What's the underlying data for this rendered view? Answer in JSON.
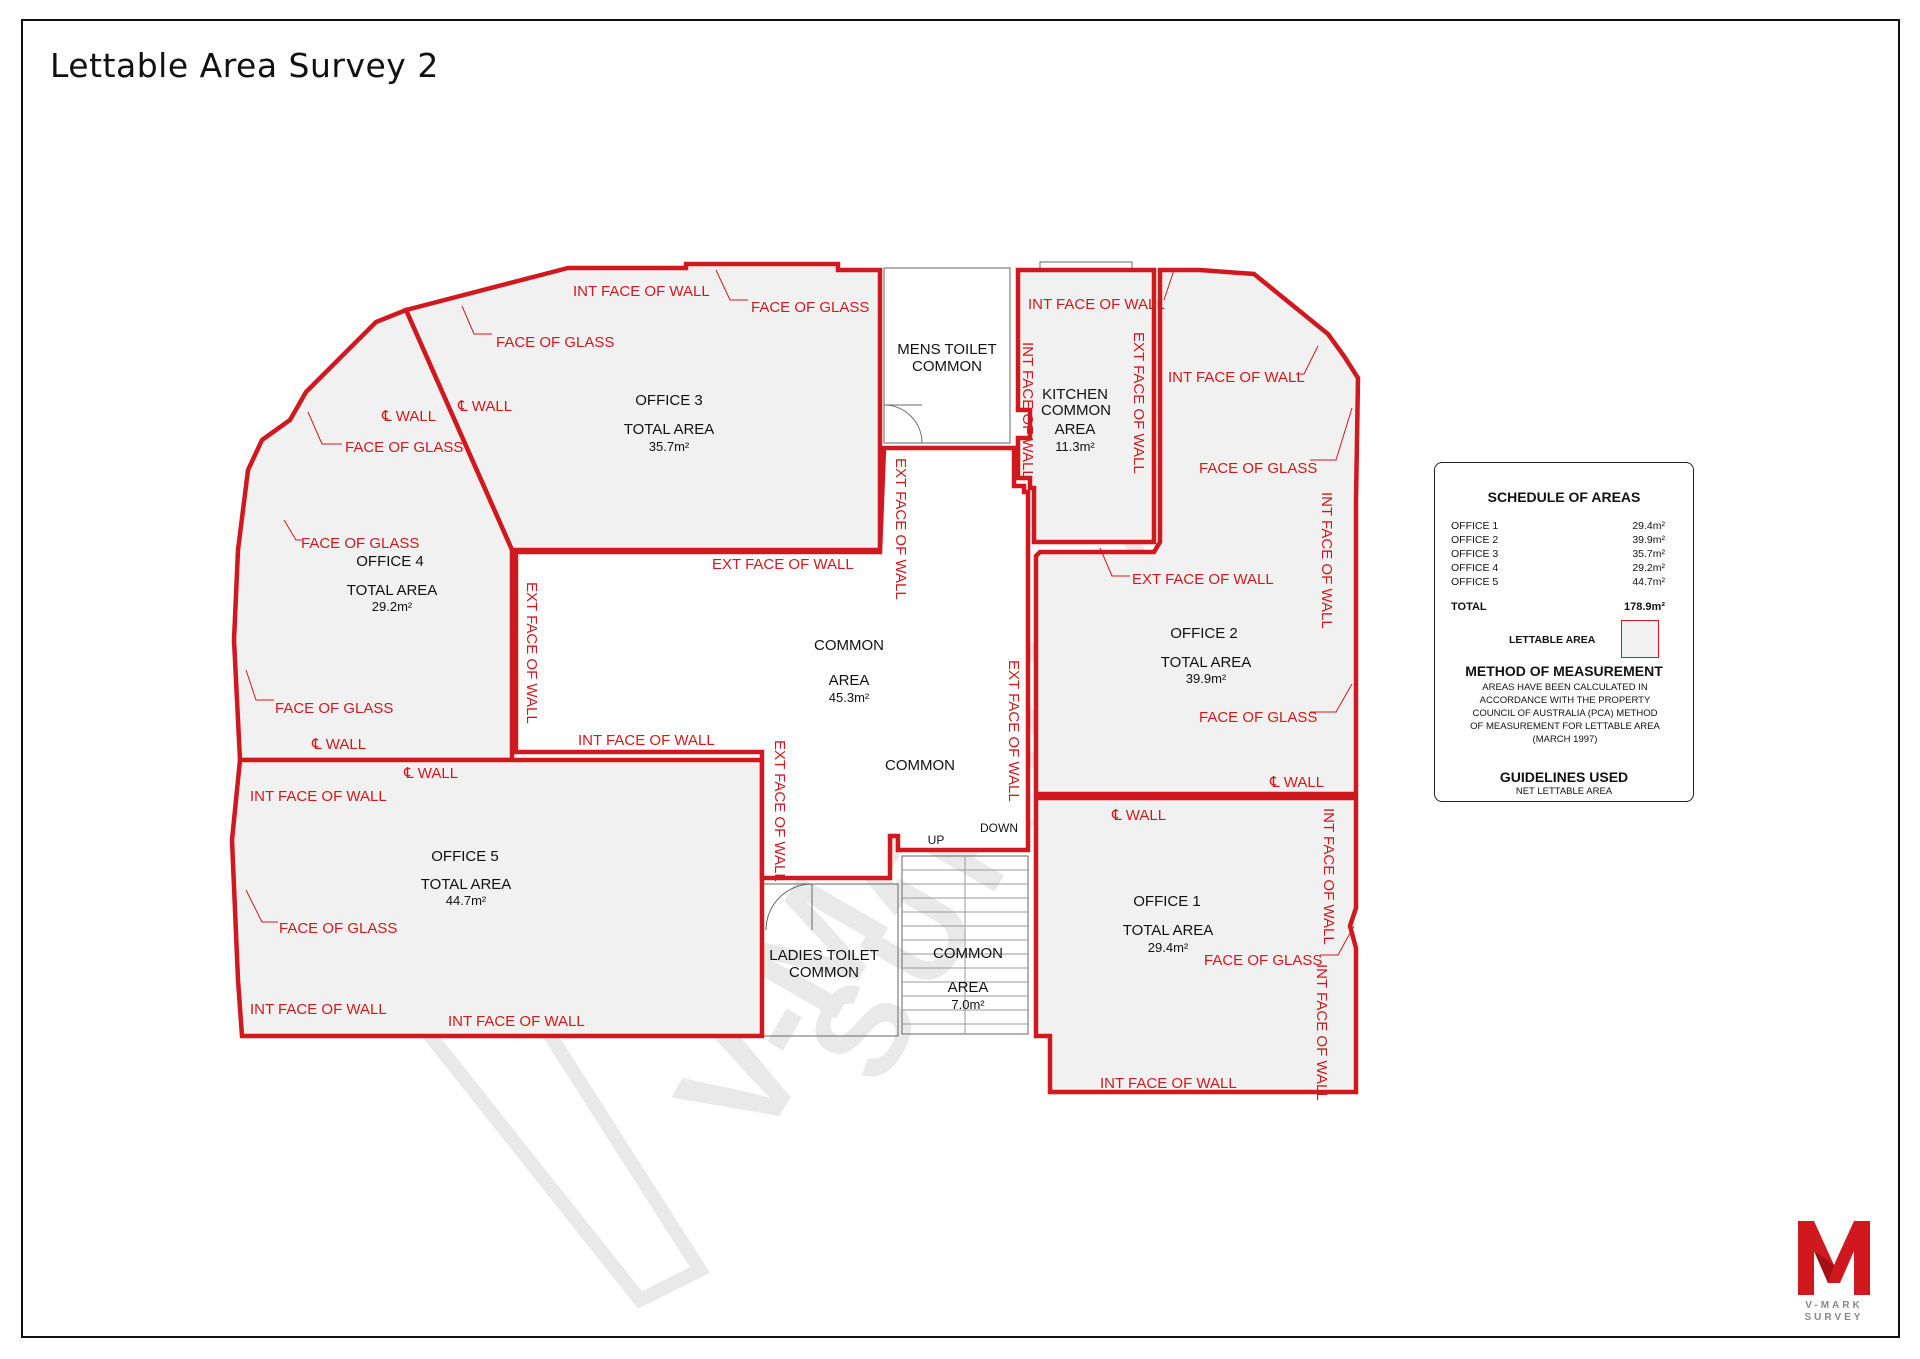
{
  "title": "Lettable Area Survey 2",
  "watermark": {
    "line1": "V-MARK",
    "line2": "SURVEY"
  },
  "brand_color": "#d0191e",
  "rooms": {
    "office3": {
      "name": "OFFICE 3",
      "total_label": "TOTAL AREA",
      "area": "35.7m²"
    },
    "office4": {
      "name": "OFFICE 4",
      "total_label": "TOTAL AREA",
      "area": "29.2m²"
    },
    "office5": {
      "name": "OFFICE 5",
      "total_label": "TOTAL AREA",
      "area": "44.7m²"
    },
    "office2": {
      "name": "OFFICE 2",
      "total_label": "TOTAL AREA",
      "area": "39.9m²"
    },
    "office1": {
      "name": "OFFICE 1",
      "total_label": "TOTAL AREA",
      "area": "29.4m²"
    },
    "mens_toilet": {
      "line1": "MENS TOILET",
      "line2": "COMMON"
    },
    "kitchen": {
      "line1": "KITCHEN",
      "line2": "COMMON",
      "line3": "AREA",
      "area": "11.3m²"
    },
    "common_area": {
      "line1": "COMMON",
      "line2": "AREA",
      "area": "45.3m²"
    },
    "common": "COMMON",
    "ladies_toilet": {
      "line1": "LADIES TOILET",
      "line2": "COMMON"
    },
    "stair_common": {
      "line1": "COMMON",
      "line2": "AREA",
      "area": "7.0m²"
    },
    "up": "UP",
    "down": "DOWN"
  },
  "labels": {
    "int_face_of_wall": "INT FACE OF WALL",
    "face_of_glass": "FACE OF GLASS",
    "ext_face_of_wall": "EXT FACE OF WALL",
    "cl_wall": "℄ WALL"
  },
  "schedule": {
    "title": "SCHEDULE OF AREAS",
    "rows": [
      {
        "name": "OFFICE 1",
        "area": "29.4m²"
      },
      {
        "name": "OFFICE 2",
        "area": "39.9m²"
      },
      {
        "name": "OFFICE 3",
        "area": "35.7m²"
      },
      {
        "name": "OFFICE 4",
        "area": "29.2m²"
      },
      {
        "name": "OFFICE 5",
        "area": "44.7m²"
      }
    ],
    "total_label": "TOTAL",
    "total_value": "178.9m²",
    "lettable_label": "LETTABLE AREA",
    "method_title": "METHOD OF MEASUREMENT",
    "method_text": "AREAS HAVE BEEN CALCULATED IN ACCORDANCE WITH THE PROPERTY COUNCIL OF AUSTRALIA (PCA) METHOD OF MEASUREMENT FOR LETTABLE AREA (MARCH 1997)",
    "guidelines_title": "GUIDELINES USED",
    "guidelines_text": "NET LETTABLE AREA"
  },
  "logo": {
    "line1": "V-MARK",
    "line2": "SURVEY"
  }
}
